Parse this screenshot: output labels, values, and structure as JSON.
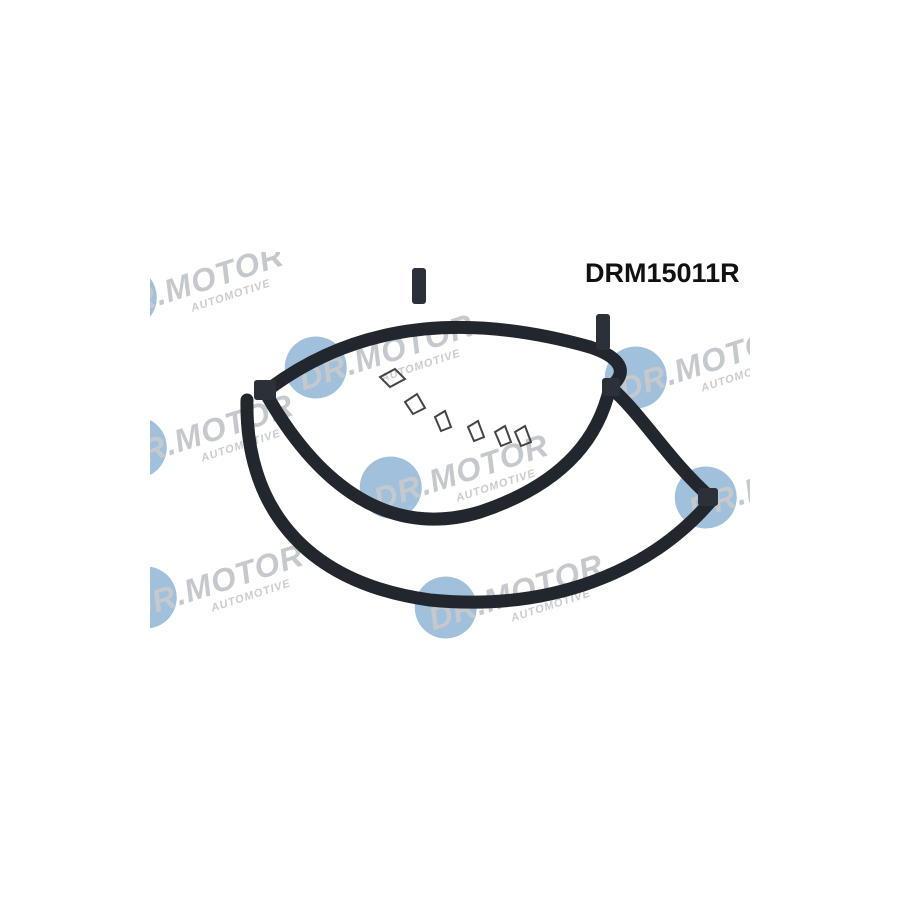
{
  "product": {
    "code": "DRM15011R"
  },
  "watermark": {
    "brand": "DR.MOTOR",
    "sub": "AUTOMOTIVE",
    "circle_color": "#8fb5d6"
  },
  "hose_color": "#22262d"
}
